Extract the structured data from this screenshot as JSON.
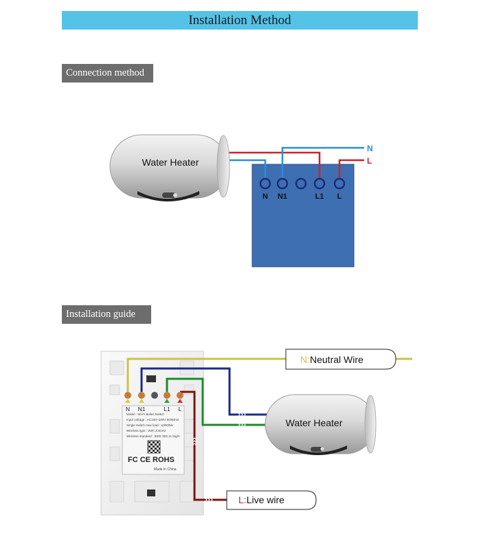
{
  "header": {
    "title": "Installation Method"
  },
  "sections": {
    "connection": {
      "title": "Connection method",
      "heater_label": "Water Heater",
      "line_labels": {
        "neutral": "N",
        "live": "L"
      },
      "terminals": [
        "N",
        "N1",
        "",
        "L1",
        "L"
      ]
    },
    "guide": {
      "title": "Installation guide",
      "terminals": [
        "N",
        "N1",
        "",
        "L1",
        "L"
      ],
      "heater_label": "Water Heater",
      "neutral_label": {
        "letter": "N:",
        "text": "Neutral Wire"
      },
      "live_label": {
        "letter": "L:",
        "text": "Live wire"
      },
      "spec_lines": [
        "Model : Wi-Fi Boiler Switch",
        "Input voltage : AC100~240V 50/60HZ",
        "Single switch max load : ≤3000W",
        "Wireless type : WiFi 2.4GHz",
        "Wireless standard : IEEE 802.11 b/g/n"
      ],
      "cert_marks": "FC CE ROHS",
      "made_in": "Made In China"
    }
  },
  "colors": {
    "banner": "#55c2e8",
    "tag_bg": "#6d6d6d",
    "neutral_wire_top": "#2a8fd6",
    "live_wire_top": "#d0202a",
    "module_box": "#3f6fb3",
    "wire_neutral": "#c9c24a",
    "wire_n1": "#1e2a8a",
    "wire_l1": "#1c8a2a",
    "wire_live": "#7a1414"
  }
}
